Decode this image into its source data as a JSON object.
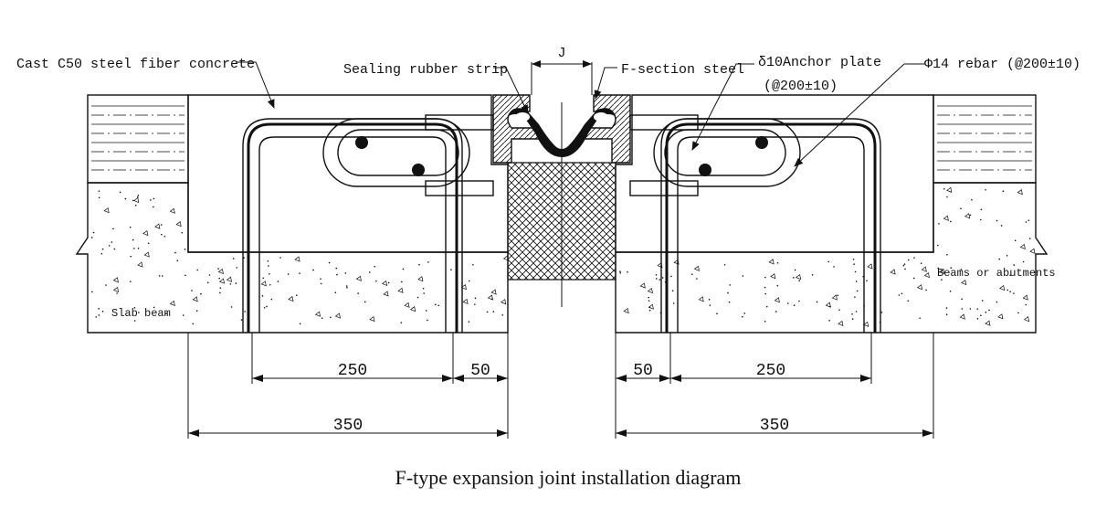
{
  "labels": {
    "cast_concrete": "Cast C50 steel fiber concrete",
    "sealing_strip": "Sealing rubber strip",
    "gap_symbol": "J",
    "f_section": "F-section steel",
    "anchor_plate_line1": "δ10Anchor plate",
    "anchor_plate_line2": "(@200±10)",
    "rebar": "Φ14 rebar (@200±10)",
    "slab_beam": "Slab beam",
    "beams_abutments": "Beams or abutments"
  },
  "dimensions": {
    "left_250": "250",
    "left_50": "50",
    "left_350": "350",
    "right_50": "50",
    "right_250": "250",
    "right_350": "350"
  },
  "title": "F-type expansion joint installation diagram",
  "colors": {
    "line": "#111111",
    "background": "#ffffff"
  }
}
